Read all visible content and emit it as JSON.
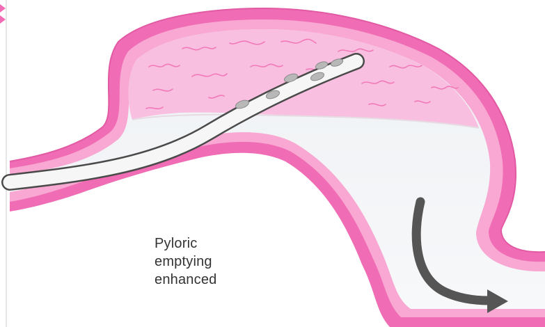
{
  "caption": {
    "line1": "Pyloric",
    "line2": "emptying",
    "line3": "enhanced"
  },
  "colors": {
    "wall_outer": "#f06cb4",
    "wall_inner": "#f8a8d2",
    "mucosa": "#f9bfe0",
    "fluid": "#f3f5f7",
    "tube_fill": "#f6f6f6",
    "tube_stroke": "#4a4a4a",
    "tube_holes": "#b8b8b8",
    "arrow": "#555555",
    "caption_text": "#333333"
  },
  "icons": {
    "flow_direction": "curved-arrow-icon"
  }
}
